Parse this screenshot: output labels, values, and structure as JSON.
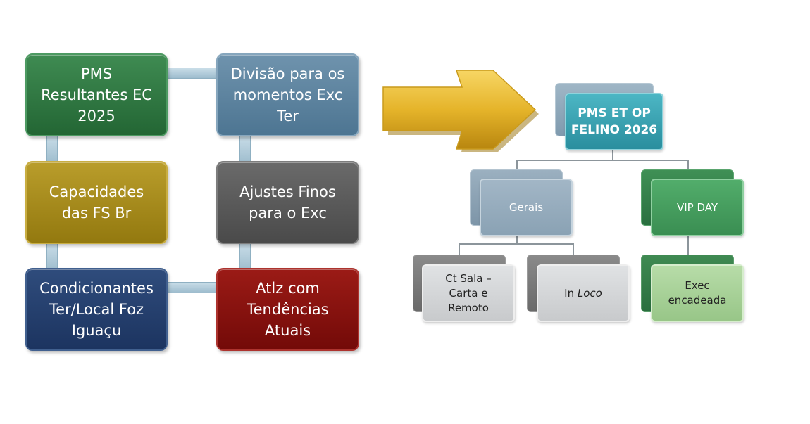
{
  "left_grid": {
    "pms_resultantes": [
      "PMS",
      "Resultantes EC",
      "2025"
    ],
    "divisao": [
      "Divisão para os",
      "momentos Exc",
      "Ter"
    ],
    "capacidades": [
      "Capacidades",
      "das FS Br"
    ],
    "ajustes": [
      "Ajustes Finos",
      "para o Exc"
    ],
    "condicionantes": [
      "Condicionantes",
      "Ter/Local Foz",
      "Iguaçu"
    ],
    "atlz": [
      "Atlz com",
      "Tendências",
      "Atuais"
    ]
  },
  "tree": {
    "root": [
      "PMS ET OP",
      "FELINO 2026"
    ],
    "gerais": "Gerais",
    "vip_day": "VIP DAY",
    "ct_sala": [
      "Ct Sala –",
      "Carta e",
      "Remoto"
    ],
    "in_loco_prefix": "In ",
    "in_loco_italic": "Loco",
    "exec": [
      "Exec",
      "encadeada"
    ]
  },
  "colors": {
    "arrow": "#e8b92a",
    "root": "#3aa4b4",
    "gerais": "#8aa2b4",
    "vip": "#3f9a5a",
    "leaf_gray": "#d4d6d8",
    "leaf_green": "#a9d29a"
  }
}
